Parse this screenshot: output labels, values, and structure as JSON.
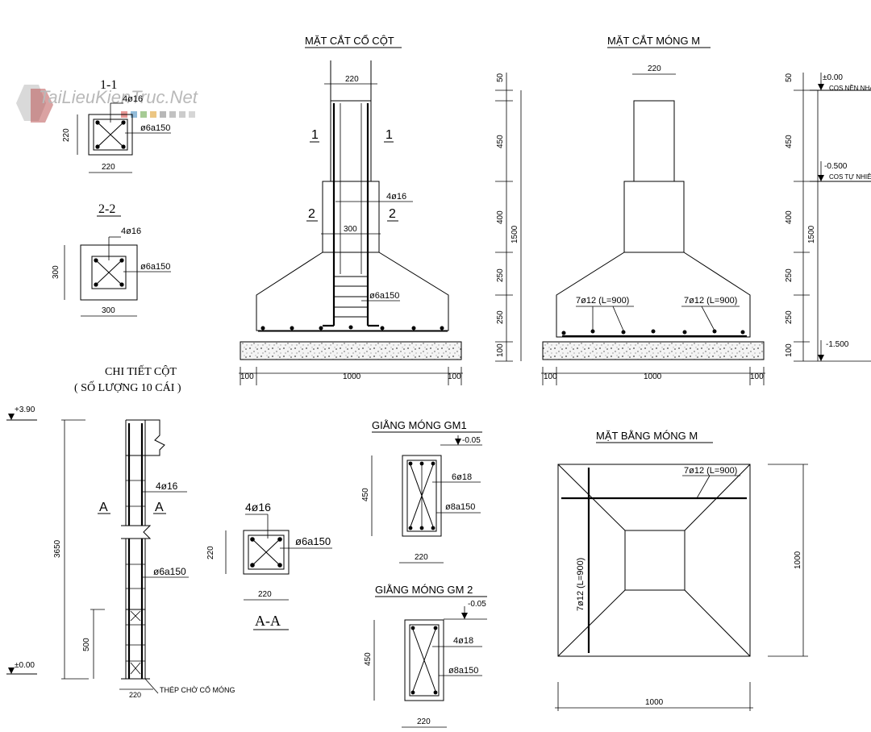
{
  "watermark": {
    "text": "TaiLieuKienTruc.Net",
    "colors": [
      "#d9534f",
      "#4a90c2",
      "#6aa84f",
      "#e0a030",
      "#888888"
    ]
  },
  "titles": {
    "mat_cat_co_cot": "MẶT CẮT CỔ CỘT",
    "mat_cat_mong_m": "MẶT CẮT MÓNG M",
    "chi_tiet_cot": "CHI TIẾT CỘT",
    "so_luong": "( SỐ LƯỢNG 10 CÁI )",
    "giang_mong_gm1": "GIẰNG MÓNG GM1",
    "giang_mong_gm2": "GIẰNG MÓNG GM 2",
    "mat_bang_mong_m": "MẶT BẰNG  MÓNG M"
  },
  "section_1_1": {
    "label": "1-1",
    "rebar": "4ø16",
    "stirrup": "ø6a150",
    "w": "220",
    "h": "220"
  },
  "section_2_2": {
    "label": "2-2",
    "rebar": "4ø16",
    "stirrup": "ø6a150",
    "w": "300",
    "h": "300"
  },
  "section_a_a": {
    "label": "A-A",
    "rebar": "4ø16",
    "stirrup": "ø6a150",
    "w": "220",
    "h": "220"
  },
  "co_cot": {
    "top_w": "220",
    "mid_w": "300",
    "rebar": "4ø16",
    "stirrup": "ø6a150",
    "cut1": "1",
    "cut2": "2",
    "base_left": "100",
    "base_mid": "1000",
    "base_right": "100"
  },
  "mong_m": {
    "top_w": "220",
    "bar_left": "7ø12  (L=900)",
    "bar_right": "7ø12  (L=900)",
    "base_left": "100",
    "base_mid": "1000",
    "base_right": "100",
    "dims_v": [
      "50",
      "450",
      "400",
      "250",
      "250",
      "100"
    ],
    "total_v": "1500"
  },
  "levels": {
    "ground": "±0.00",
    "ground_note": "COS NỀN NHÀ",
    "natural": "-0.500",
    "natural_note": "COS TỰ NHIÊN",
    "bottom": "-1.500",
    "dims_v": [
      "50",
      "450",
      "400",
      "250",
      "250",
      "100"
    ],
    "total_v": "1500"
  },
  "column_detail": {
    "top_level": "+3.90",
    "bottom_level": "±0.00",
    "height": "3650",
    "lap": "500",
    "rebar": "4ø16",
    "stirrup": "ø6a150",
    "width": "220",
    "cut": "A",
    "note": "THÉP CHỜ CỔ MÓNG"
  },
  "gm1": {
    "level": "-0.05",
    "rebar": "6ø18",
    "stirrup": "ø8a150",
    "h": "450",
    "w": "220"
  },
  "gm2": {
    "level": "-0.05",
    "rebar": "4ø18",
    "stirrup": "ø8a150",
    "h": "450",
    "w": "220"
  },
  "plan_m": {
    "bar_h": "7ø12  (L=900)",
    "bar_v": "7ø12  (L=900)",
    "w": "1000",
    "h": "1000"
  }
}
